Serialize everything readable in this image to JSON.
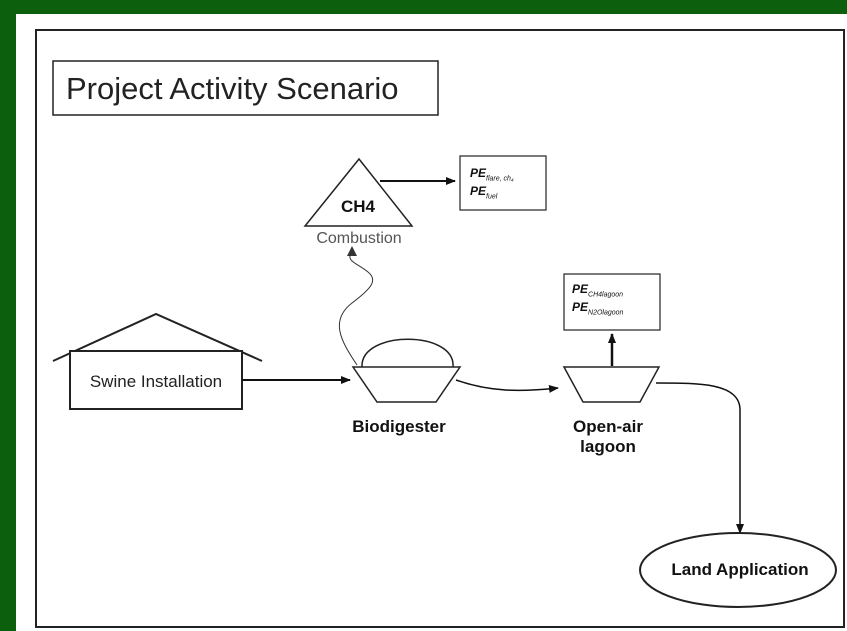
{
  "diagram": {
    "title": "Project Activity Scenario",
    "nodes": {
      "combustion": {
        "symbol_text": "CH4",
        "caption": "Combustion"
      },
      "swine_installation": {
        "label": "Swine Installation"
      },
      "biodigester": {
        "label": "Biodigester"
      },
      "open_air_lagoon": {
        "label": "Open-air lagoon"
      },
      "land_application": {
        "label": "Land Application"
      }
    },
    "emissions_boxes": {
      "flare_fuel": {
        "line1_main": "PE",
        "line1_sub": "flare, ch₄",
        "line2_main": "PE",
        "line2_sub": "fuel"
      },
      "lagoon": {
        "line1_main": "PE",
        "line1_sub": "CH4lagoon",
        "line2_main": "PE",
        "line2_sub": "N2Olagoon"
      }
    }
  },
  "colors": {
    "background_border": "#0c5f0c",
    "canvas": "#ffffff",
    "line": "#222222"
  }
}
